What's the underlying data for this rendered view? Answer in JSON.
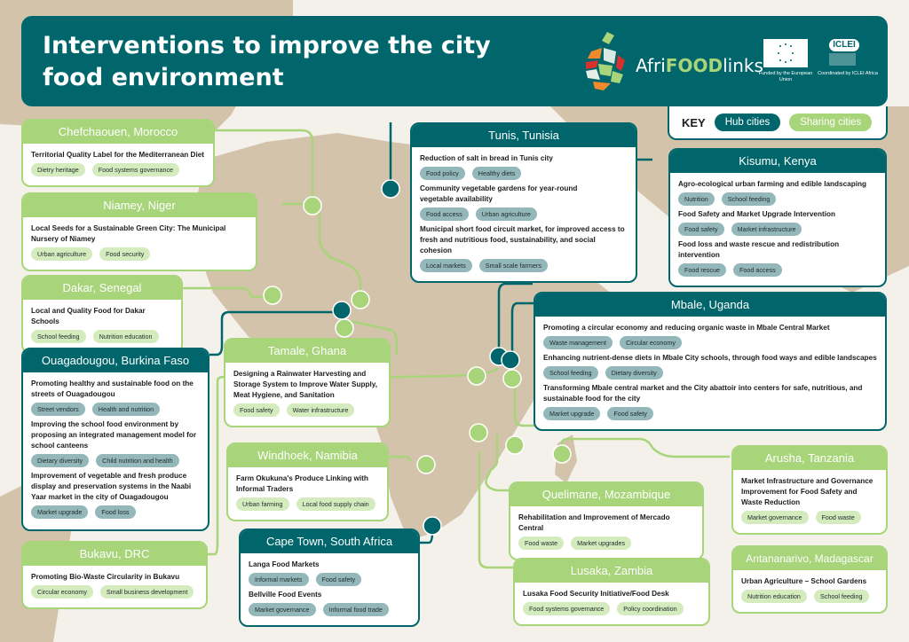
{
  "header": {
    "title": "Interventions to improve the city food environment",
    "brand_prefix": "Afri",
    "brand_highlight": "FOOD",
    "brand_suffix": "links",
    "eu_caption": "Funded by the European Union",
    "iclei_label": "ICLEI",
    "iclei_caption": "Coordinated by ICLEI Africa"
  },
  "key": {
    "label": "KEY",
    "hub": "Hub cities",
    "sharing": "Sharing cities"
  },
  "colors": {
    "hub": "#00666b",
    "sharing": "#a8d47a",
    "land": "#d3c3ab",
    "background": "#f4f1ea"
  },
  "cities": {
    "chefchaouen": {
      "type": "sharing",
      "name": "Chefchaouen, Morocco",
      "projects": [
        {
          "title": "Territorial Quality Label for the Mediterranean Diet",
          "tags": [
            "Dietry heritage",
            "Food systems governance"
          ]
        }
      ]
    },
    "niamey": {
      "type": "sharing",
      "name": "Niamey, Niger",
      "projects": [
        {
          "title": "Local Seeds for a Sustainable Green City: The Municipal Nursery of Niamey",
          "tags": [
            "Urban agriculture",
            "Food security"
          ]
        }
      ]
    },
    "dakar": {
      "type": "sharing",
      "name": "Dakar, Senegal",
      "projects": [
        {
          "title": "Local and Quality Food for Dakar Schools",
          "tags": [
            "School feeding",
            "Nutrition education"
          ]
        }
      ]
    },
    "ouagadougou": {
      "type": "hub",
      "name": "Ouagadougou, Burkina Faso",
      "projects": [
        {
          "title": "Promoting healthy and sustainable food on the streets of Ouagadougou",
          "tags": [
            "Street vendors",
            "Health and nutrition"
          ]
        },
        {
          "title": "Improving the school food environment by proposing an integrated management model for school canteens",
          "tags": [
            "Dietary diversity",
            "Child nutrition and health"
          ]
        },
        {
          "title": "Improvement of vegetable and fresh produce display and preservation systems in the Naabi Yaar market in the city of Ouagadougou",
          "tags": [
            "Market upgrade",
            "Food loss"
          ]
        }
      ]
    },
    "tamale": {
      "type": "sharing",
      "name": "Tamale, Ghana",
      "projects": [
        {
          "title": "Designing a Rainwater Harvesting and Storage System to Improve Water Supply, Meat Hygiene, and Sanitation",
          "tags": [
            "Food safety",
            "Water infrastructure"
          ]
        }
      ]
    },
    "windhoek": {
      "type": "sharing",
      "name": "Windhoek, Namibia",
      "projects": [
        {
          "title": "Farm Okukuna's Produce Linking with Informal Traders",
          "tags": [
            "Urban farming",
            "Local food supply chain"
          ]
        }
      ]
    },
    "bukavu": {
      "type": "sharing",
      "name": "Bukavu, DRC",
      "projects": [
        {
          "title": "Promoting Bio-Waste Circularity in Bukavu",
          "tags": [
            "Circular economy",
            "Small business development"
          ]
        }
      ]
    },
    "capetown": {
      "type": "hub",
      "name": "Cape Town, South Africa",
      "projects": [
        {
          "title": "Langa Food Markets",
          "tags": [
            "Informal markets",
            "Food safety"
          ]
        },
        {
          "title": "Bellville Food Events",
          "tags": [
            "Market governance",
            "Informal food trade"
          ]
        }
      ]
    },
    "tunis": {
      "type": "hub",
      "name": "Tunis, Tunisia",
      "projects": [
        {
          "title": "Reduction of salt in bread in Tunis city",
          "tags": [
            "Food policy",
            "Healthy diets"
          ]
        },
        {
          "title": "Community vegetable gardens for year-round vegetable availability",
          "tags": [
            "Food access",
            "Urban agriculture"
          ]
        },
        {
          "title": "Municipal short food circuit market, for improved access to fresh and nutritious food, sustainability, and social cohesion",
          "tags": [
            "Local markets",
            "Small scale farmers"
          ]
        }
      ]
    },
    "kisumu": {
      "type": "hub",
      "name": "Kisumu, Kenya",
      "projects": [
        {
          "title": "Agro-ecological urban farming and edible landscaping",
          "tags": [
            "Nutrition",
            "School feeding"
          ]
        },
        {
          "title": "Food Safety and Market Upgrade Intervention",
          "tags": [
            "Food safety",
            "Market infrastructure"
          ]
        },
        {
          "title": "Food loss and waste rescue and redistribution intervention",
          "tags": [
            "Food rescue",
            "Food access"
          ]
        }
      ]
    },
    "mbale": {
      "type": "hub",
      "name": "Mbale, Uganda",
      "projects": [
        {
          "title": "Promoting a circular economy and reducing organic waste in Mbale Central Market",
          "tags": [
            "Waste management",
            "Circular economy"
          ]
        },
        {
          "title": "Enhancing nutrient-dense diets in Mbale City schools, through food ways and edible landscapes",
          "tags": [
            "School feeding",
            "Dietary diversity"
          ]
        },
        {
          "title": "Transforming Mbale central market and the City abattoir into centers for safe, nutritious, and sustainable food for the city",
          "tags": [
            "Market upgrade",
            "Food safety"
          ]
        }
      ]
    },
    "quelimane": {
      "type": "sharing",
      "name": "Quelimane, Mozambique",
      "projects": [
        {
          "title": "Rehabilitation and Improvement of Mercado Central",
          "tags": [
            "Food waste",
            "Market upgrades"
          ]
        }
      ]
    },
    "lusaka": {
      "type": "sharing",
      "name": "Lusaka, Zambia",
      "projects": [
        {
          "title": "Lusaka Food Security Initiative/Food Desk",
          "tags": [
            "Food systems governance",
            "Policy coordination"
          ]
        }
      ]
    },
    "arusha": {
      "type": "sharing",
      "name": "Arusha, Tanzania",
      "projects": [
        {
          "title": "Market Infrastructure and Governance Improvement for Food Safety and Waste Reduction",
          "tags": [
            "Market governance",
            "Food waste"
          ]
        }
      ]
    },
    "antananarivo": {
      "type": "sharing",
      "name": "Antananarivo, Madagascar",
      "projects": [
        {
          "title": "Urban Agriculture – School Gardens",
          "tags": [
            "Nutrition education",
            "School feeding"
          ]
        }
      ]
    }
  }
}
